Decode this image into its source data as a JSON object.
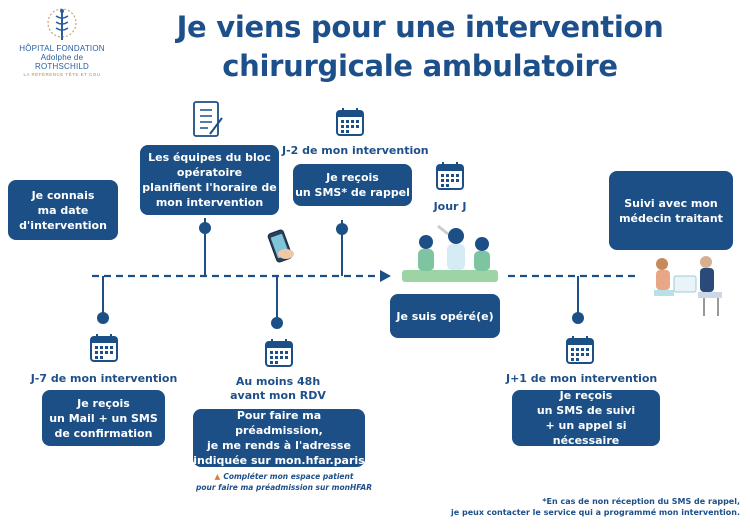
{
  "logo": {
    "name_line1": "HÔPITAL FONDATION",
    "name_line2": "Adolphe de ROTHSCHILD",
    "tagline": "LA RÉFÉRENCE TÊTE ET COU"
  },
  "title": {
    "line1": "Je viens pour une intervention",
    "line2": "chirurgicale ambulatoire"
  },
  "steps": {
    "date": {
      "line1": "Je connais",
      "line2": "ma date",
      "line3": "d'intervention"
    },
    "bloc": {
      "line1": "Les équipes du bloc",
      "line2": "opératoire",
      "line3": "planifient l'horaire de",
      "line4": "mon intervention"
    },
    "j2": {
      "label": "J-2 de mon intervention",
      "line1": "Je reçois",
      "line2": "un SMS* de rappel"
    },
    "jour_j": {
      "label": "Jour J",
      "box": "Je suis opéré(e)"
    },
    "suivi": {
      "line1": "Suivi avec mon",
      "line2": "médecin traitant"
    },
    "j7": {
      "label": "J-7 de mon intervention",
      "line1": "Je reçois",
      "line2": "un Mail + un SMS",
      "line3": "de confirmation"
    },
    "h48": {
      "label1": "Au moins 48h",
      "label2": "avant mon RDV",
      "line1": "Pour faire ma préadmission,",
      "line2": "je me rends à l'adresse",
      "line3": "indiquée sur mon.hfar.paris"
    },
    "j1": {
      "label": "J+1 de mon intervention",
      "line1": "Je reçois",
      "line2": "un SMS  de suivi",
      "line3": "+ un appel si nécessaire"
    }
  },
  "warning": {
    "line1": "Compléter mon espace patient",
    "line2": "pour faire ma préadmission sur monHFAR"
  },
  "footnote": {
    "line1": "*En cas de non réception du SMS de rappel,",
    "line2": "je peux contacter le service qui a programmé mon intervention."
  },
  "colors": {
    "primary": "#1b4f86",
    "text": "#1d4f8a",
    "warning": "#e07a3a",
    "accent_gold": "#b08a55"
  }
}
